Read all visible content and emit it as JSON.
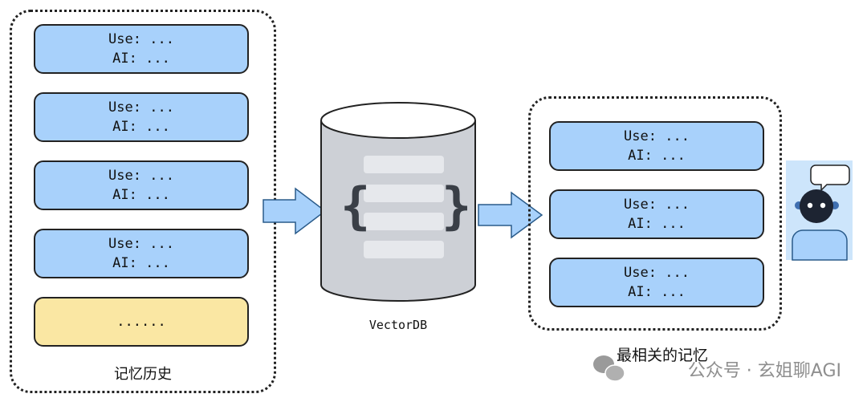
{
  "history": {
    "title": "记忆历史",
    "cards": [
      {
        "user": "Use: ...",
        "ai": "AI: ..."
      },
      {
        "user": "Use: ...",
        "ai": "AI: ..."
      },
      {
        "user": "Use: ...",
        "ai": "AI: ..."
      },
      {
        "user": "Use: ...",
        "ai": "AI: ..."
      }
    ],
    "more": "......"
  },
  "vectordb": {
    "label": "VectorDB",
    "open_brace": "{",
    "close_brace": "}"
  },
  "relevant": {
    "title": "最相关的记忆",
    "cards": [
      {
        "user": "Use: ...",
        "ai": "AI: ..."
      },
      {
        "user": "Use: ...",
        "ai": "AI: ..."
      },
      {
        "user": "Use: ...",
        "ai": "AI: ..."
      }
    ]
  },
  "watermark": {
    "text": "公众号 · 玄姐聊AGI"
  },
  "colors": {
    "card_blue": "#a8d1fb",
    "card_yellow": "#fae7a3",
    "cylinder": "#cdd0d6",
    "arrow": "#a8d1fb",
    "robot_bg": "#cde5fb"
  }
}
